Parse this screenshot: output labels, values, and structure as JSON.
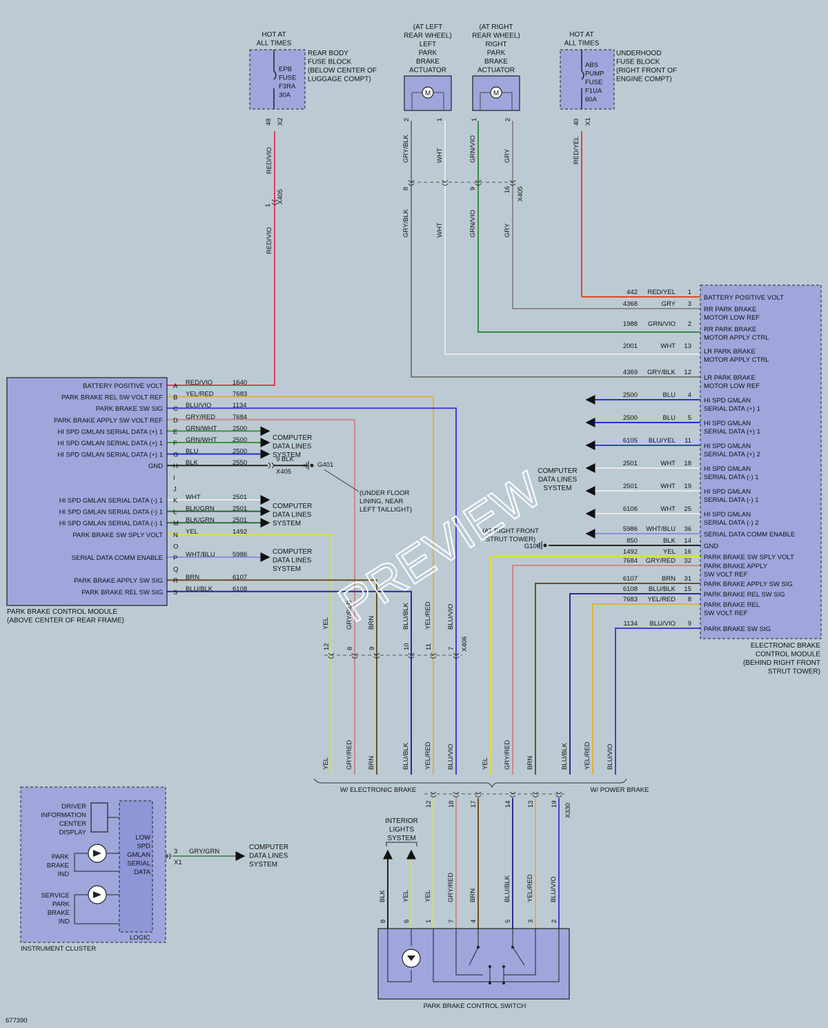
{
  "diagram_id": "677390",
  "watermark": "PREVIEW",
  "colors": {
    "RED/VIO": "#e03c5c",
    "YEL/RED": "#e0b040",
    "BLU/VIO": "#4a3bd6",
    "GRY/RED": "#c88a8a",
    "GRN/WHT": "#3a9a3a",
    "BLU": "#2430d0",
    "BLK": "#222222",
    "WHT": "#e8e8e8",
    "BLK/GRN": "#2a6a3a",
    "YEL": "#dfe038",
    "WHT/BLU": "#8a90e0",
    "BRN": "#6a5020",
    "BLU/BLK": "#2a2a9a",
    "RED/YEL": "#e04a20",
    "GRY": "#8a8a8a",
    "GRN/VIO": "#3a8a4a",
    "BLU/YEL": "#3048c8",
    "GRY/BLK": "#7a7a7a",
    "GRY/GRN": "#5a8a6a"
  },
  "fuse_rear": {
    "hot": [
      "HOT AT",
      "ALL TIMES"
    ],
    "name": [
      "EPB",
      "FUSE",
      "F3RA",
      "30A"
    ],
    "desc": [
      "REAR BODY",
      "FUSE BLOCK",
      "(BELOW CENTER OF",
      "LUGGAGE COMPT)"
    ],
    "pin": "48",
    "conn": "X2"
  },
  "fuse_underhood": {
    "hot": [
      "HOT AT",
      "ALL TIMES"
    ],
    "name": [
      "ABS",
      "PUMP",
      "FUSE",
      "F1UA",
      "60A"
    ],
    "desc": [
      "UNDERHOOD",
      "FUSE BLOCK",
      "(RIGHT FRONT OF",
      "ENGINE COMPT)"
    ],
    "pin": "40",
    "conn": "X1"
  },
  "left_actuator": {
    "title": [
      "(AT LEFT",
      "REAR WHEEL)",
      "LEFT",
      "PARK",
      "BRAKE",
      "ACTUATOR"
    ],
    "pins": [
      "2",
      "1"
    ]
  },
  "right_actuator": {
    "title": [
      "(AT RIGHT",
      "REAR WHEEL)",
      "RIGHT",
      "PARK",
      "BRAKE",
      "ACTUATOR"
    ],
    "pins": [
      "1",
      "2"
    ]
  },
  "motor_symbol": "M",
  "upper_wires": {
    "fuse_to_x405": "RED/VIO",
    "x405_pin": "1",
    "x405": "X405",
    "x405_to_pbcm": "RED/VIO",
    "actuators_top": [
      "GRY/BLK",
      "WHT",
      "GRN/VIO",
      "GRY"
    ],
    "actuators_bottom": [
      "GRY/BLK",
      "WHT",
      "GRN/VIO",
      "GRY"
    ],
    "inline_pins": [
      "8",
      "9",
      "16"
    ],
    "underhood_wire": "RED/YEL"
  },
  "pbcm": {
    "name": [
      "PARK BRAKE CONTROL MODULE",
      "(ABOVE CENTER OF REAR FRAME)"
    ],
    "rows": [
      {
        "label": "BATTERY POSITIVE VOLT",
        "pin": "A",
        "color": "RED/VIO",
        "circuit": "1640"
      },
      {
        "label": "PARK BRAKE REL SW VOLT REF",
        "pin": "B",
        "color": "YEL/RED",
        "circuit": "7683"
      },
      {
        "label": "PARK BRAKE SW SIG",
        "pin": "C",
        "color": "BLU/VIO",
        "circuit": "1134"
      },
      {
        "label": "PARK BRAKE APPLY SW VOLT REF",
        "pin": "D",
        "color": "GRY/RED",
        "circuit": "7684"
      },
      {
        "label": "HI SPD GMLAN SERIAL DATA (+) 1",
        "pin": "E",
        "color": "GRN/WHT",
        "circuit": "2500"
      },
      {
        "label": "HI SPD GMLAN SERIAL DATA (+) 1",
        "pin": "F",
        "color": "GRN/WHT",
        "circuit": "2500"
      },
      {
        "label": "HI SPD GMLAN SERIAL DATA (+) 1",
        "pin": "G",
        "color": "BLU",
        "circuit": "2500"
      },
      {
        "label": "GND",
        "pin": "H",
        "color": "BLK",
        "circuit": "2550"
      },
      {
        "label": "",
        "pin": "I",
        "color": "",
        "circuit": ""
      },
      {
        "label": "",
        "pin": "J",
        "color": "",
        "circuit": ""
      },
      {
        "label": "HI SPD GMLAN SERIAL DATA (-) 1",
        "pin": "K",
        "color": "WHT",
        "circuit": "2501"
      },
      {
        "label": "HI SPD GMLAN SERIAL DATA (-) 1",
        "pin": "L",
        "color": "BLK/GRN",
        "circuit": "2501"
      },
      {
        "label": "HI SPD GMLAN SERIAL DATA (-) 1",
        "pin": "M",
        "color": "BLK/GRN",
        "circuit": "2501"
      },
      {
        "label": "PARK BRAKE SW SPLY VOLT",
        "pin": "N",
        "color": "YEL",
        "circuit": "1492"
      },
      {
        "label": "",
        "pin": "O",
        "color": "",
        "circuit": ""
      },
      {
        "label": "SERIAL DATA COMM ENABLE",
        "pin": "P",
        "color": "WHT/BLU",
        "circuit": "5986"
      },
      {
        "label": "",
        "pin": "Q",
        "color": "",
        "circuit": ""
      },
      {
        "label": "PARK BRAKE APPLY SW SIG",
        "pin": "R",
        "color": "BRN",
        "circuit": "6107"
      },
      {
        "label": "PARK BRAKE REL SW SIG",
        "pin": "S",
        "color": "BLU/BLK",
        "circuit": "6108"
      }
    ],
    "gnd": {
      "pin": "9",
      "color": "BLK",
      "conn": "X405",
      "ground": "G401",
      "loc": [
        "(UNDER FLOOR",
        "LINING, NEAR",
        "LEFT TAILLIGHT)"
      ]
    }
  },
  "cdls": [
    "COMPUTER",
    "DATA LINES",
    "SYSTEM"
  ],
  "ebcm": {
    "name": [
      "ELECTRONIC BRAKE",
      "CONTROL MODULE",
      "(BEHIND RIGHT FRONT",
      "STRUT TOWER)"
    ],
    "rows": [
      {
        "l1": "BATTERY POSITIVE VOLT",
        "l2": "",
        "pin": "1",
        "color": "RED/YEL",
        "circuit": "442"
      },
      {
        "l1": "RR PARK BRAKE",
        "l2": "MOTOR LOW REF",
        "pin": "3",
        "color": "GRY",
        "circuit": "4368"
      },
      {
        "l1": "RR PARK BRAKE",
        "l2": "MOTOR APPLY CTRL",
        "pin": "2",
        "color": "GRN/VIO",
        "circuit": "1988"
      },
      {
        "l1": "LR PARK BRAKE",
        "l2": "MOTOR APPLY CTRL",
        "pin": "13",
        "color": "WHT",
        "circuit": "2001"
      },
      {
        "l1": "LR PARK BRAKE",
        "l2": "MOTOR LOW REF",
        "pin": "12",
        "color": "GRY/BLK",
        "circuit": "4369"
      },
      {
        "l1": "HI SPD GMLAN",
        "l2": "SERIAL DATA (+) 1",
        "pin": "4",
        "color": "BLU",
        "circuit": "2500"
      },
      {
        "l1": "HI SPD GMLAN",
        "l2": "SERIAL DATA (+) 1",
        "pin": "5",
        "color": "BLU",
        "circuit": "2500"
      },
      {
        "l1": "HI SPD GMLAN",
        "l2": "SERIAL DATA (+) 2",
        "pin": "11",
        "color": "BLU/YEL",
        "circuit": "6105"
      },
      {
        "l1": "HI SPD GMLAN",
        "l2": "SERIAL DATA (-) 1",
        "pin": "18",
        "color": "WHT",
        "circuit": "2501"
      },
      {
        "l1": "HI SPD GMLAN",
        "l2": "SERIAL DATA (-) 1",
        "pin": "19",
        "color": "WHT",
        "circuit": "2501"
      },
      {
        "l1": "HI SPD GMLAN",
        "l2": "SERIAL DATA (-) 2",
        "pin": "25",
        "color": "WHT",
        "circuit": "6106"
      },
      {
        "l1": "SERIAL DATA COMM ENABLE",
        "l2": "",
        "pin": "36",
        "color": "WHT/BLU",
        "circuit": "5986"
      },
      {
        "l1": "GND",
        "l2": "",
        "pin": "14",
        "color": "BLK",
        "circuit": "850"
      },
      {
        "l1": "PARK BRAKE SW SPLY VOLT",
        "l2": "",
        "pin": "16",
        "color": "YEL",
        "circuit": "1492"
      },
      {
        "l1": "PARK BRAKE APPLY",
        "l2": "SW VOLT REF",
        "pin": "32",
        "color": "GRY/RED",
        "circuit": "7684"
      },
      {
        "l1": "PARK BRAKE APPLY SW SIG",
        "l2": "",
        "pin": "31",
        "color": "BRN",
        "circuit": "6107"
      },
      {
        "l1": "PARK BRAKE REL SW SIG",
        "l2": "",
        "pin": "15",
        "color": "BLU/BLK",
        "circuit": "6108"
      },
      {
        "l1": "PARK BRAKE REL",
        "l2": "SW VOLT REF",
        "pin": "8",
        "color": "YEL/RED",
        "circuit": "7683"
      },
      {
        "l1": "PARK BRAKE SW SIG",
        "l2": "",
        "pin": "9",
        "color": "BLU/VIO",
        "circuit": "1134"
      }
    ],
    "gnd": {
      "ground": "G106",
      "loc": [
        "(AT RIGHT FRONT",
        "STRUT TOWER)"
      ]
    }
  },
  "x406": {
    "conn": "X406",
    "pins": [
      "12",
      "8",
      "9",
      "10",
      "11",
      "7"
    ],
    "colors": [
      "YEL",
      "GRY/RED",
      "BRN",
      "BLU/BLK",
      "YEL/RED",
      "BLU/VIO"
    ]
  },
  "option_left": {
    "label": "W/ ELECTRONIC BRAKE",
    "colors": [
      "YEL",
      "GRY/RED",
      "BRN",
      "BLU/BLK",
      "YEL/RED",
      "BLU/VIO"
    ]
  },
  "option_right": {
    "label": "W/ POWER BRAKE",
    "colors": [
      "YEL",
      "GRY/RED",
      "BRN",
      "BLU/BLK",
      "YEL/RED",
      "BLU/VIO"
    ]
  },
  "x330": {
    "conn": "X330",
    "pins": [
      "12",
      "18",
      "17",
      "14",
      "13",
      "19"
    ]
  },
  "switch": {
    "name": "PARK BRAKE CONTROL SWITCH",
    "interior": [
      "INTERIOR",
      "LIGHTS",
      "SYSTEM"
    ],
    "wires": [
      {
        "color": "BLK",
        "pin": "8"
      },
      {
        "color": "YEL",
        "pin": "6"
      },
      {
        "color": "YEL",
        "pin": "1"
      },
      {
        "color": "GRY/RED",
        "pin": "7"
      },
      {
        "color": "BRN",
        "pin": "4"
      },
      {
        "color": "BLU/BLK",
        "pin": "5"
      },
      {
        "color": "YEL/RED",
        "pin": "3"
      },
      {
        "color": "BLU/VIO",
        "pin": "2"
      }
    ]
  },
  "cluster": {
    "name": "INSTRUMENT CLUSTER",
    "dic": [
      "DRIVER",
      "INFORMATION",
      "CENTER",
      "DISPLAY"
    ],
    "pb_ind": [
      "PARK",
      "BRAKE",
      "IND"
    ],
    "spb_ind": [
      "SERVICE",
      "PARK",
      "BRAKE",
      "IND"
    ],
    "serial": [
      "LOW",
      "SPD",
      "GMLAN",
      "SERIAL",
      "DATA"
    ],
    "logic": "LOGIC",
    "pin": "3",
    "conn": "X1",
    "color": "GRY/GRN"
  }
}
